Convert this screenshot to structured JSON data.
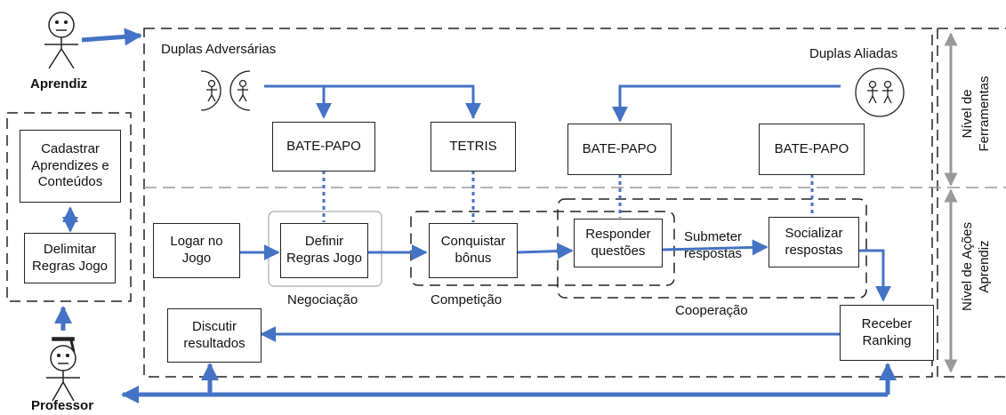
{
  "actors": {
    "learner": "Aprendiz",
    "teacher": "Professor",
    "opponent_pairs": "Duplas Adversárias",
    "allied_pairs": "Duplas Aliadas"
  },
  "teacher_panel": {
    "register": "Cadastrar\nAprendizes e\nConteúdos",
    "rules": "Delimitar\nRegras Jogo"
  },
  "tools": {
    "chat1": "BATE-PAPO",
    "tetris": "TETRIS",
    "chat2": "BATE-PAPO",
    "chat3": "BATE-PAPO"
  },
  "actions": {
    "login": "Logar no\nJogo",
    "define_rules": "Definir\nRegras Jogo",
    "win_bonus": "Conquistar\nbônus",
    "answer": "Responder\nquestões",
    "submit": "Submeter\nrespostas",
    "socialize": "Socializar\nrespostas",
    "discuss": "Discutir\nresultados",
    "ranking": "Receber\nRanking"
  },
  "groups": {
    "negotiation": "Negociação",
    "competition": "Competição",
    "cooperation": "Cooperação"
  },
  "levels": {
    "tools": "Nível de\nFerramentas",
    "actions": "Nível de Ações\nAprendiz"
  },
  "colors": {
    "arrow": "#4472c4",
    "dash": "#222222",
    "level_arrow": "#999999",
    "divider": "#999999"
  }
}
